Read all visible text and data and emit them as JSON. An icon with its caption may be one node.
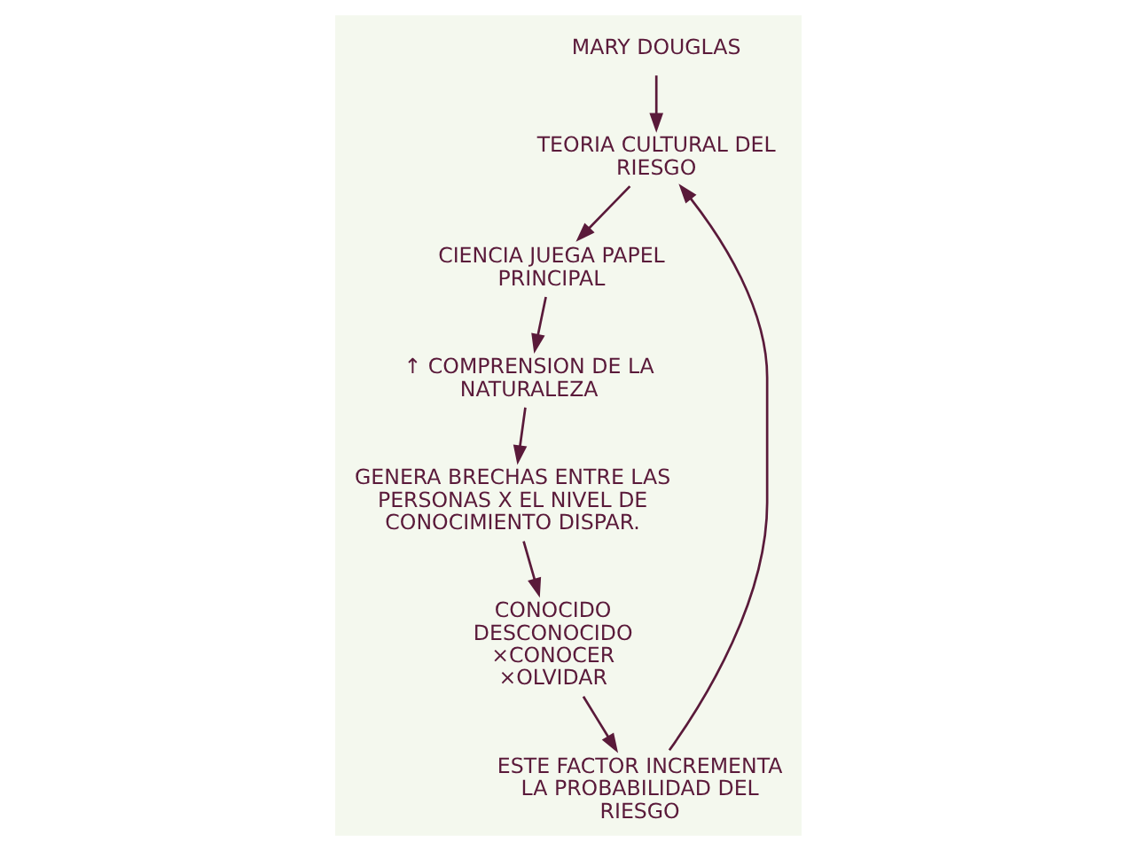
{
  "diagram": {
    "nodes": [
      {
        "text": [
          "MARY DOUGLAS"
        ]
      },
      {
        "text": [
          "TEORIA CULTURAL DEL RIESGO"
        ]
      },
      {
        "text": [
          "CIENCIA JUEGA PAPEL PRINCIPAL"
        ]
      },
      {
        "text": [
          "↑ COMPRENSION DE LA NATURALEZA"
        ]
      },
      {
        "text": [
          "GENERA BRECHAS ENTRE LAS PERSONAS X EL NIVEL DE CONOCIMIENTO DISPAR."
        ]
      },
      {
        "text": [
          "CONOCIDO",
          "DESCONOCIDO",
          "×CONOCER",
          "×OLVIDAR"
        ]
      },
      {
        "text": [
          "ESTE FACTOR INCREMENTA LA PROBABILIDAD DEL RIESGO"
        ]
      }
    ],
    "edges": [
      {
        "from": 0,
        "to": 1,
        "arrow": "to"
      },
      {
        "from": 1,
        "to": 2,
        "arrow": "to"
      },
      {
        "from": 2,
        "to": 3,
        "arrow": "to"
      },
      {
        "from": 3,
        "to": 4,
        "arrow": "to"
      },
      {
        "from": 4,
        "to": 5,
        "arrow": "to"
      },
      {
        "from": 5,
        "to": 6,
        "arrow": "to"
      },
      {
        "from": 6,
        "to": 1,
        "arrow": "to"
      }
    ]
  }
}
